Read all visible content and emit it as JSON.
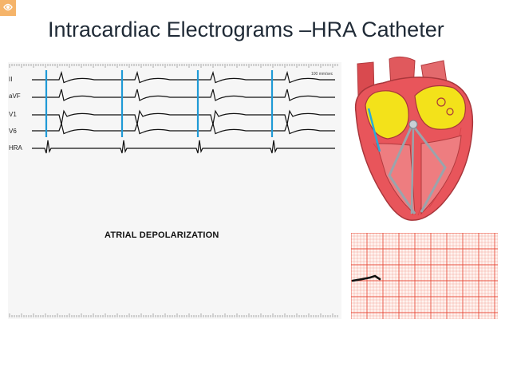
{
  "slide": {
    "title": "Intracardiac Electrograms –HRA Catheter",
    "corner_icon": "slide-logo-icon"
  },
  "electrogram": {
    "speed_label": "100 mm/sec",
    "leads": [
      "II",
      "aVF",
      "V1",
      "V6",
      "HRA"
    ],
    "annotation": "ATRIAL DEPOLARIZATION",
    "marker_color": "#1f9ad6",
    "trace_color": "#111111"
  },
  "heart_illustration": {
    "icon": "heart-cross-section-icon",
    "colors": {
      "muscle": "#e8555b",
      "atria": "#f3e21a",
      "catheter": "#9aa4ac"
    }
  },
  "ecg_strip": {
    "icon": "ecg-grid-strip-icon",
    "grid_color": "#e6402e"
  }
}
